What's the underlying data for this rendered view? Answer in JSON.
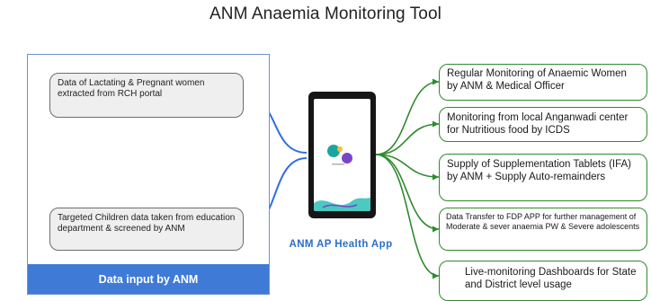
{
  "title": "ANM Anaemia Monitoring Tool",
  "inputs": {
    "box1": "Data of Lactating & Pregnant women extracted from RCH portal",
    "box2": "Targeted Children data taken from education department & screened by ANM",
    "footer": "Data input by ANM"
  },
  "app": {
    "label": "ANM AP Health App"
  },
  "outputs": [
    {
      "text": "Regular Monitoring of Anaemic Women by ANM & Medical Officer"
    },
    {
      "text": "Monitoring from local Anganwadi center for Nutritious food by ICDS"
    },
    {
      "text": "Supply of Supplementation Tablets (IFA) by ANM + Supply Auto-remainders"
    },
    {
      "text": "Data Transfer to FDP APP for further management of Moderate & sever anaemia PW & Severe adolescents"
    },
    {
      "text": "Live-monitoring Dashboards for State and District level usage"
    }
  ],
  "colors": {
    "input_border": "#6f8fd4",
    "footer": "#3f7ad6",
    "connector_in": "#2f6fe0",
    "connector_out": "#2f8a2f",
    "app_label": "#2b6fc6"
  }
}
